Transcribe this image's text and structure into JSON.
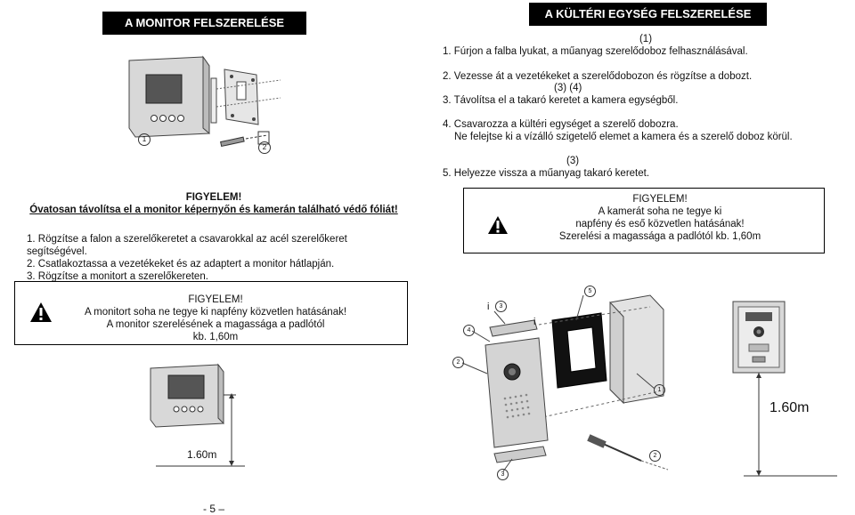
{
  "left": {
    "title": "A MONITOR FELSZERELÉSE",
    "callout_1": "1",
    "callout_2": "2",
    "warning_heading": "FIGYELEM!",
    "warning_text": "Óvatosan távolítsa el a monitor képernyőn és kamerán található védő fóliát!",
    "steps": [
      "1.  Rögzítse a falon a szerelőkeretet a csavarokkal az acél szerelőkeret",
      "      segítségével.",
      "2.  Csatlakoztassa a vezetékeket és az adaptert a monitor hátlapján.",
      "3.  Rögzítse a monitort a szerelőkereten."
    ],
    "box_heading": "FIGYELEM!",
    "box_lines": [
      "A monitort soha ne tegye ki napfény közvetlen hatásának!",
      "A monitor szerelésének a magassága a padlótól",
      "kb. 1,60m"
    ],
    "height_label": "1.60m"
  },
  "right": {
    "title": "A KÜLTÉRI EGYSÉG FELSZERELÉSE",
    "lines": [
      "(1)",
      "1. Fúrjon a falba lyukat, a műanyag szerelődoboz felhasználásával.",
      "2. Vezesse át a vezetékeket a szerelődobozon és rögzítse a dobozt.",
      "(3)            (4)",
      "3. Távolítsa el a takaró keretet a kamera egységből.",
      "4. Csavarozza a kültéri egységet a szerelő dobozra.",
      "Ne felejtse ki a vízálló szigetelő elemet a kamera és a szerelő doboz körül.",
      "(3)",
      "5. Helyezze vissza a műanyag takaró keretet."
    ],
    "box_heading": "FIGYELEM!",
    "box_lines": [
      "A kamerát soha ne tegye ki",
      "napfény és eső közvetlen hatásának!",
      "Szerelési a magassága a padlótól kb. 1,60m"
    ],
    "callouts": [
      "1",
      "2",
      "3",
      "4",
      "5",
      "3",
      "i",
      "i"
    ],
    "height_label": "1.60m"
  },
  "page_number": "-    5 –"
}
